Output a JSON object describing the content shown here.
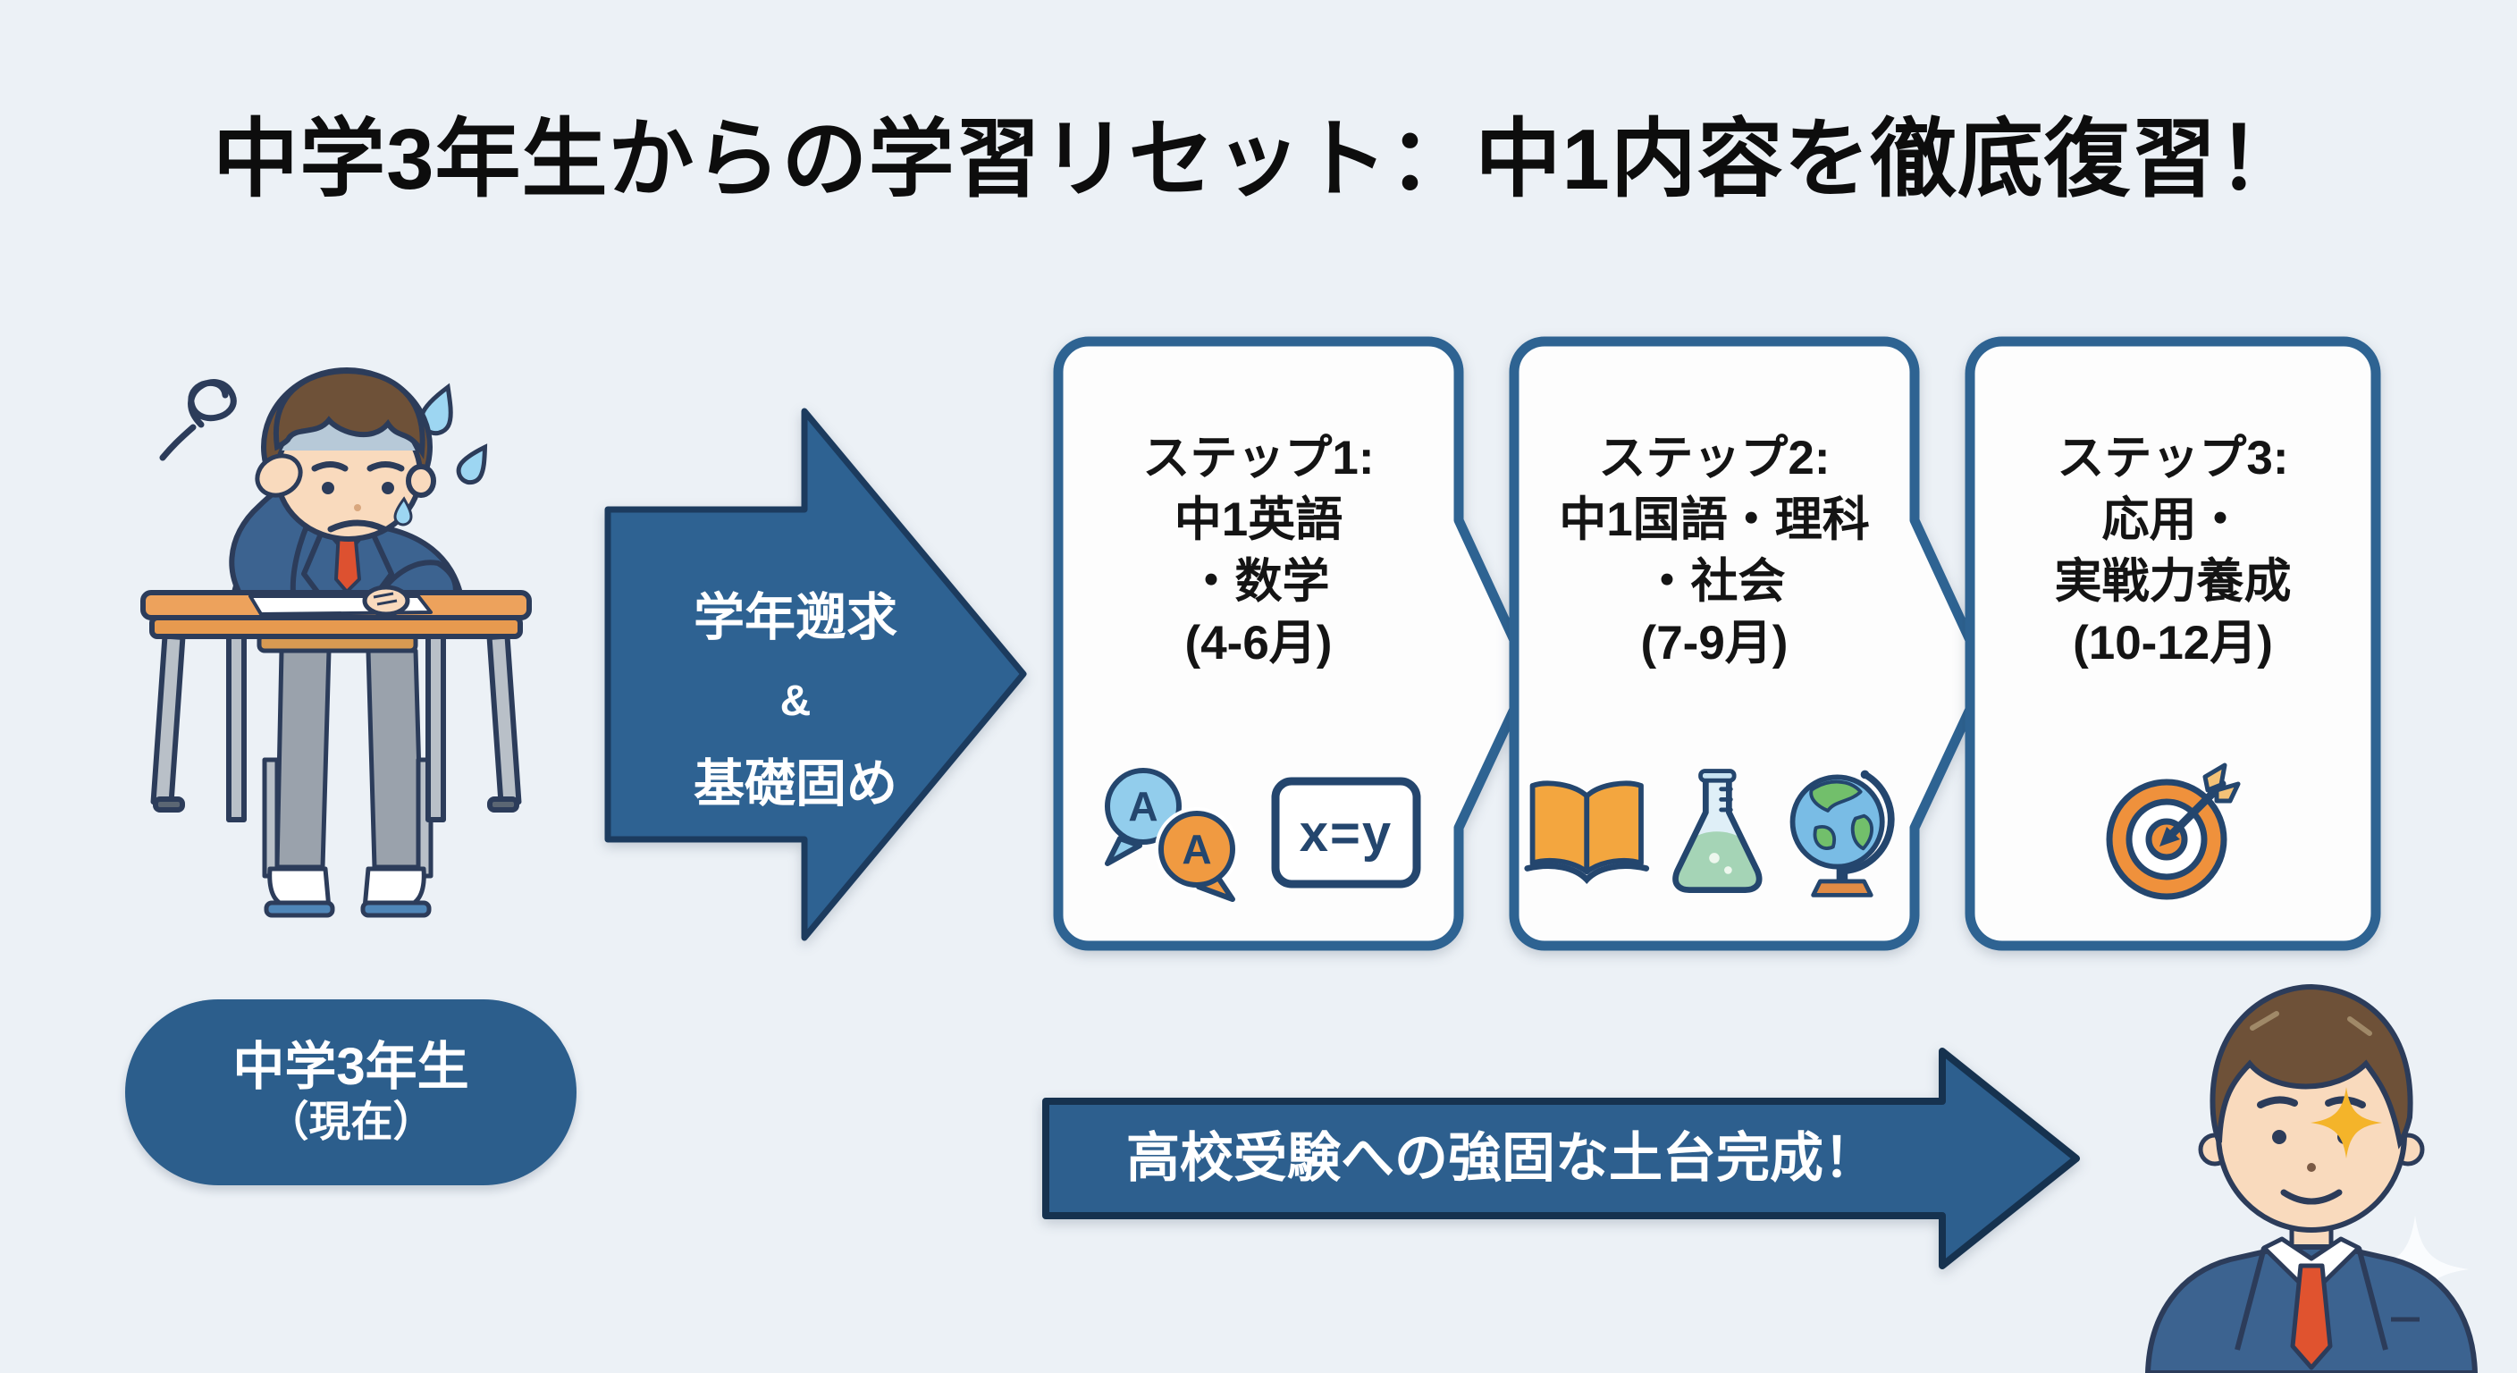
{
  "page": {
    "title": "中学3年生からの学習リセット：中1内容を徹底復習！"
  },
  "current_student": {
    "illustration": "stressed-student-at-desk",
    "label_line1": "中学3年生",
    "label_line2": "（現在）"
  },
  "transition_arrow": {
    "lines": [
      "学年遡求",
      "&",
      "基礎固め"
    ]
  },
  "steps": [
    {
      "lines": [
        "ステップ1:",
        "中1英語",
        "・数学",
        "(4-6月)"
      ],
      "icons": [
        "translation-bubbles-icon",
        "math-equation-icon"
      ],
      "icon_labels": {
        "bubble1": "A",
        "bubble2": "A",
        "equation": "x=y"
      }
    },
    {
      "lines": [
        "ステップ2:",
        "中1国語・理科",
        "・社会",
        "(7-9月)"
      ],
      "icons": [
        "open-book-icon",
        "science-flask-icon",
        "globe-icon"
      ]
    },
    {
      "lines": [
        "ステップ3:",
        "応用・",
        "実戦力養成",
        "(10-12月)"
      ],
      "icons": [
        "target-arrow-icon"
      ]
    }
  ],
  "result_arrow": {
    "label": "高校受験への強固な土台完成！"
  },
  "result_student": {
    "illustration": "confident-student",
    "icons": [
      "sparkle-icon"
    ]
  },
  "colors": {
    "background": "#ecf1f6",
    "box_border": "#2e6392",
    "big_arrow_fill": "#2e6292",
    "arrow_outline": "#1c3b5e",
    "pill_fill": "#2c5e8c",
    "result_arrow_fill": "#2d5f8e",
    "title_text": "#0d0d0d",
    "white_text": "#ffffff",
    "icon_orange": "#f09a41",
    "icon_blue": "#92cdec",
    "icon_green": "#7cc06e"
  }
}
